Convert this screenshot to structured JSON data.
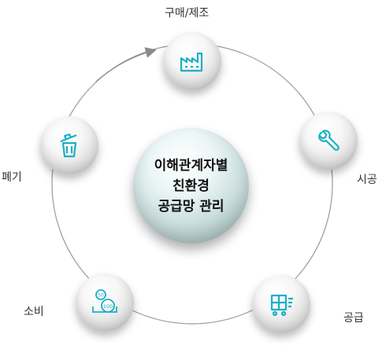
{
  "nodes": {
    "purchase": {
      "label": "구매/제조",
      "icon": "factory-icon"
    },
    "construction": {
      "label": "시공",
      "icon": "wrench-icon"
    },
    "supply": {
      "label": "공급",
      "icon": "delivery-cart-icon"
    },
    "consumption": {
      "label": "소비",
      "icon": "coins-icon"
    },
    "disposal": {
      "label": "폐기",
      "icon": "trash-can-icon"
    }
  },
  "center": {
    "line1": "이해관계자별",
    "line2": "친환경",
    "line3": "공급망 관리"
  },
  "colors": {
    "icon_accent": "#1ab0c4",
    "ring": "#9a9a9a",
    "label_text": "#333333"
  }
}
